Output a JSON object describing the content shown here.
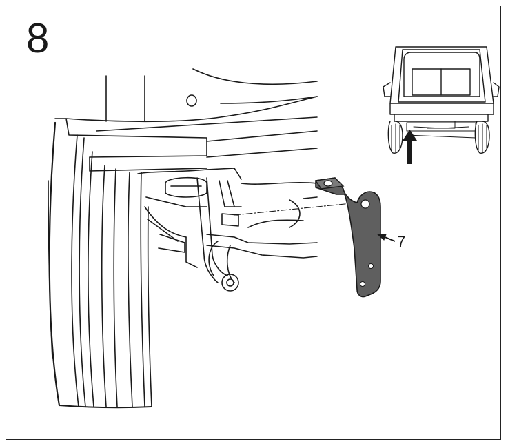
{
  "step": {
    "number": "8"
  },
  "callout": {
    "label": "7"
  },
  "colors": {
    "line": "#1a1a1a",
    "part_fill": "#5f5f5f",
    "background": "#ffffff"
  },
  "icons": [
    "vehicle-rear-view-inset",
    "location-arrow-icon",
    "callout-arrow-icon"
  ]
}
